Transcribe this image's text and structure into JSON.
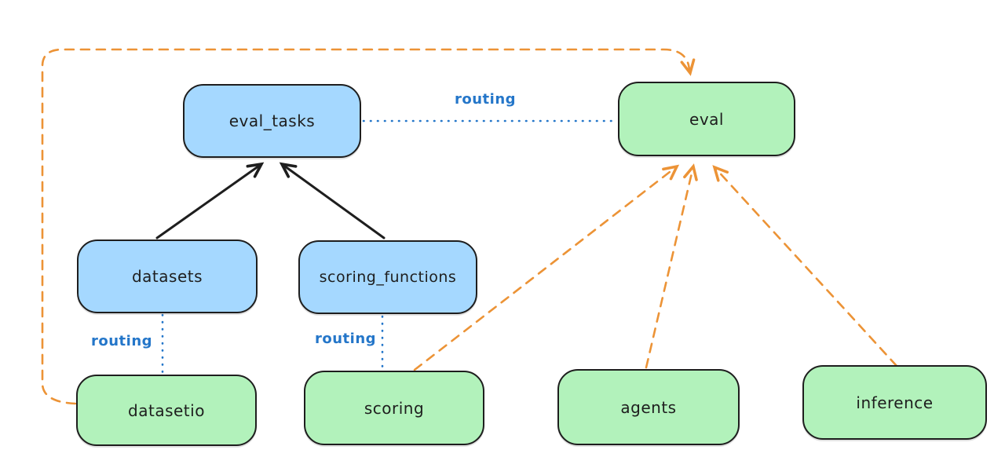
{
  "diagram": {
    "kind": "architecture-diagram",
    "background": "#ffffff"
  },
  "colors": {
    "node_blue_fill": "#a5d8ff",
    "node_green_fill": "#b2f2bb",
    "node_stroke": "#1e1e1e",
    "routing_blue": "#2476c9",
    "provider_orange": "#ec9336",
    "solid_arrow_black": "#1e1e1e"
  },
  "nodes": {
    "eval_tasks": {
      "label": "eval_tasks",
      "fill": "blue"
    },
    "eval": {
      "label": "eval",
      "fill": "green"
    },
    "datasets": {
      "label": "datasets",
      "fill": "blue"
    },
    "scoring_functions": {
      "label": "scoring_functions",
      "fill": "blue"
    },
    "datasetio": {
      "label": "datasetio",
      "fill": "green"
    },
    "scoring": {
      "label": "scoring",
      "fill": "green"
    },
    "agents": {
      "label": "agents",
      "fill": "green"
    },
    "inference": {
      "label": "inference",
      "fill": "green"
    }
  },
  "edges": [
    {
      "from": "datasets",
      "to": "eval_tasks",
      "style": "solid-black-arrow"
    },
    {
      "from": "scoring_functions",
      "to": "eval_tasks",
      "style": "solid-black-arrow"
    },
    {
      "from": "eval_tasks",
      "to": "eval",
      "style": "dotted-blue",
      "label": "routing"
    },
    {
      "from": "datasets",
      "to": "datasetio",
      "style": "dotted-blue",
      "label": "routing"
    },
    {
      "from": "scoring_functions",
      "to": "scoring",
      "style": "dotted-blue",
      "label": "routing"
    },
    {
      "from": "datasetio",
      "to": "eval",
      "style": "dashed-orange-arrow"
    },
    {
      "from": "scoring",
      "to": "eval",
      "style": "dashed-orange-arrow"
    },
    {
      "from": "agents",
      "to": "eval",
      "style": "dashed-orange-arrow"
    },
    {
      "from": "inference",
      "to": "eval",
      "style": "dashed-orange-arrow"
    }
  ]
}
